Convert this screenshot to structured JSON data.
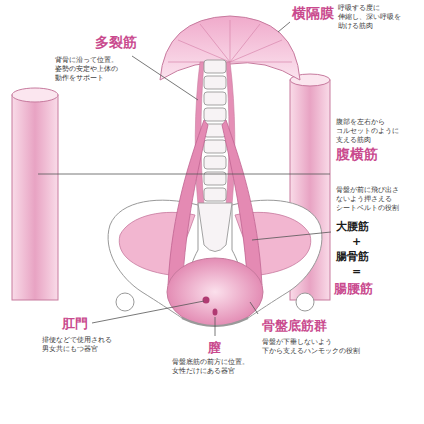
{
  "diagram": {
    "labels": [
      "横隔膜",
      "呼吸する度に 伸縮し、深い呼吸を 助ける筋肉",
      "多裂筋",
      "背骨に沿って位置。 姿勢の安定や上体の 動作をサポート",
      "腹部を左右から コルセットのように 支える筋肉",
      "腹横筋",
      "骨盤が前に飛び出さ ないよう押さえる シートベルトの役割",
      "大腰筋",
      "+",
      "腸骨筋",
      "=",
      "腸腰筋",
      "肛門",
      "排便などで使用される 男女共にもつ器官",
      "骨盤底筋群",
      "骨盤が下垂しないよう 下から支えるハンモックの役割",
      "膣",
      "骨盤底筋の前方に位置。 女性だけにある器官"
    ]
  }
}
